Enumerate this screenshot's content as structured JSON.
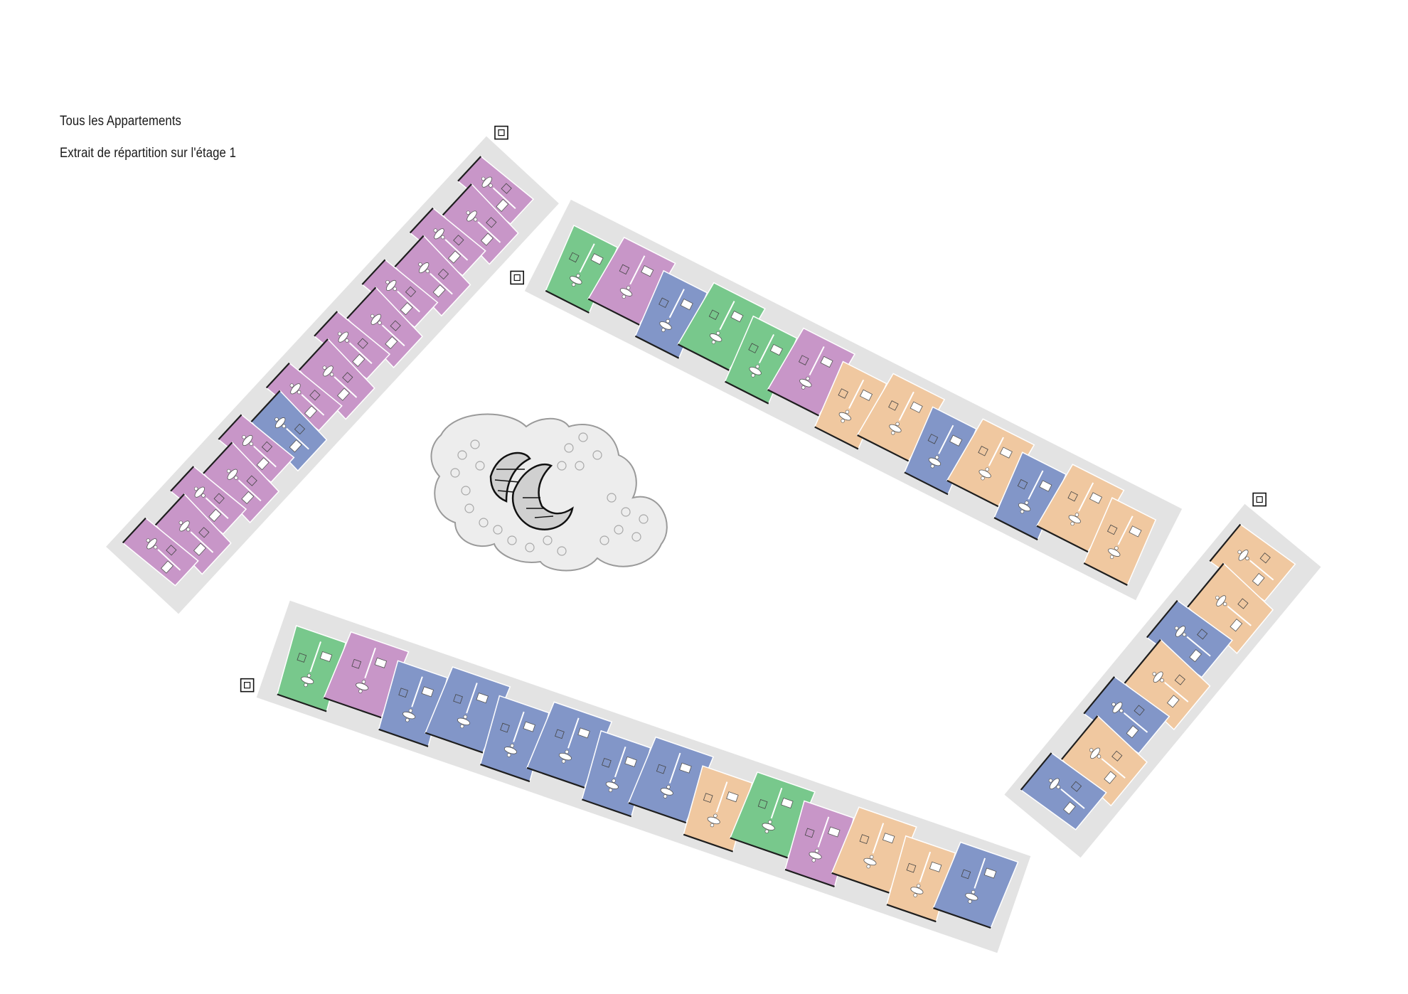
{
  "caption": {
    "title": "Tous les Appartements",
    "subtitle": "Extrait de répartition sur l'étage 1"
  },
  "palette": {
    "violet": "#c896c8",
    "bleu": "#8296c8",
    "vert": "#78c88c",
    "beige": "#f0c8a0",
    "socle": "#e3e3e3",
    "mur": "#1e1e1e",
    "pavillon": "#ececec"
  },
  "wings": [
    {
      "id": "west-wing",
      "units": [
        "violet",
        "violet",
        "violet",
        "violet",
        "violet",
        "violet",
        "violet",
        "violet",
        "violet",
        "bleu",
        "violet",
        "violet",
        "violet",
        "violet",
        "violet"
      ]
    },
    {
      "id": "north-wing",
      "units": [
        "vert",
        "violet",
        "bleu",
        "vert",
        "vert",
        "violet",
        "beige",
        "beige",
        "bleu",
        "beige",
        "bleu",
        "beige",
        "beige"
      ]
    },
    {
      "id": "east-wing",
      "units": [
        "beige",
        "beige",
        "bleu",
        "beige",
        "bleu",
        "beige",
        "bleu"
      ]
    },
    {
      "id": "south-wing",
      "units": [
        "vert",
        "violet",
        "bleu",
        "bleu",
        "bleu",
        "bleu",
        "bleu",
        "bleu",
        "beige",
        "vert",
        "violet",
        "beige",
        "beige",
        "bleu"
      ]
    }
  ]
}
